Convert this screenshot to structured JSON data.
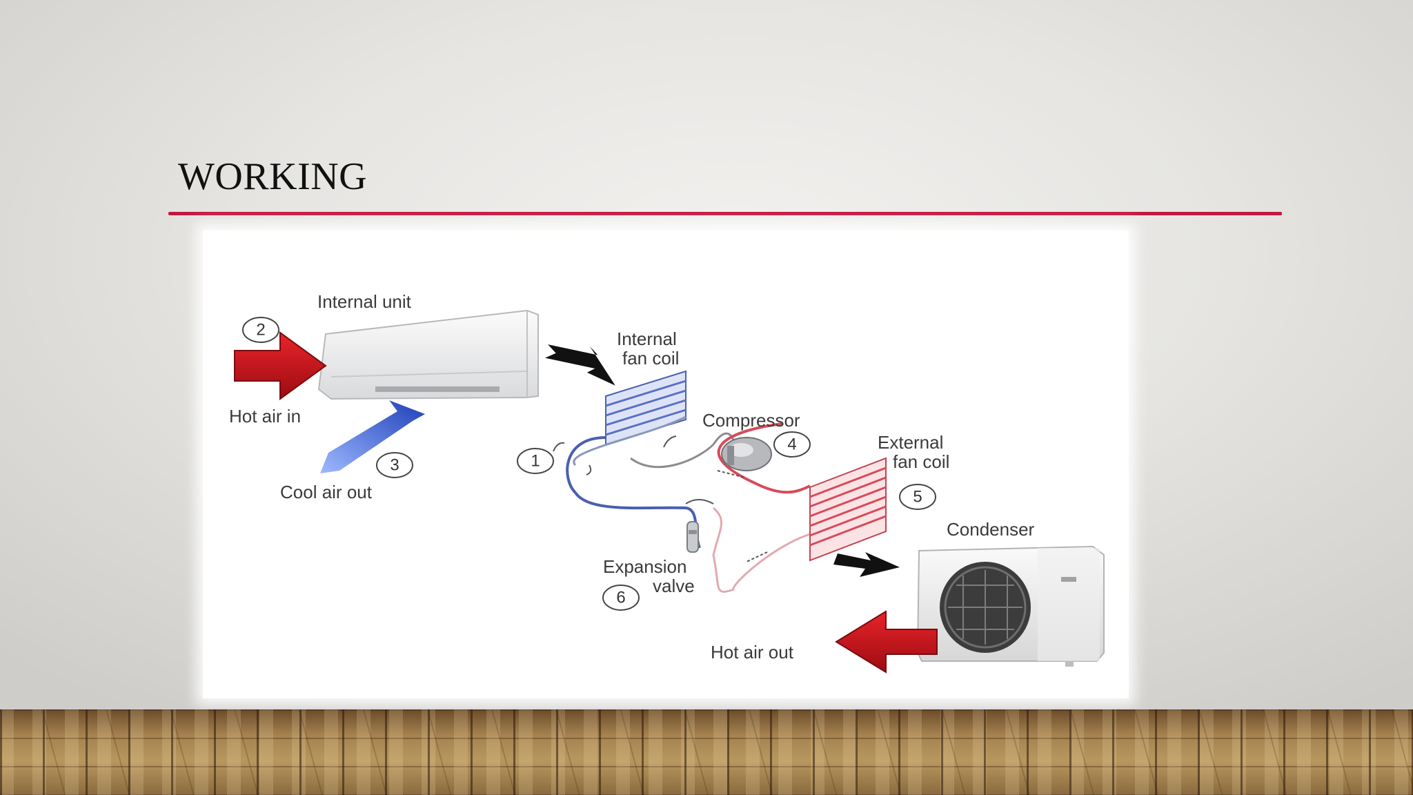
{
  "slide": {
    "title": "WORKING"
  },
  "diagram": {
    "labels": {
      "internal_unit": "Internal unit",
      "internal_fan_coil_1": "Internal",
      "internal_fan_coil_2": "fan coil",
      "compressor": "Compressor",
      "external_fan_coil_1": "External",
      "external_fan_coil_2": "fan coil",
      "condenser": "Condenser",
      "hot_air_in": "Hot air in",
      "cool_air_out": "Cool air out",
      "expansion_valve_1": "Expansion",
      "expansion_valve_2": "valve",
      "hot_air_out": "Hot air out"
    },
    "step_numbers": [
      "1",
      "2",
      "3",
      "4",
      "5",
      "6"
    ],
    "colors": {
      "title_rule": "#c4173f",
      "hot_arrow": "#c8101a",
      "cool_arrow": "#3d6fe0",
      "cold_pipe": "#4a5fb0",
      "hot_pipe": "#d84a5a"
    }
  }
}
